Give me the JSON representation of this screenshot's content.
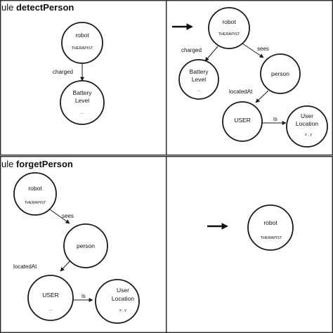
{
  "rules": {
    "detect": {
      "prefix": "ule ",
      "name": "detectPerson"
    },
    "forget": {
      "prefix": "ule ",
      "name": "forgetPerson"
    }
  },
  "nodes": {
    "robot_name": "robot",
    "robot_role": "THERAPIST",
    "battery_line1": "Battery",
    "battery_line2": "Level",
    "battery_value": "...",
    "person": "person",
    "user": "USER",
    "user_value": "...",
    "location_line1": "User",
    "location_line2": "Location",
    "location_value": "x , y"
  },
  "edges": {
    "charged": "charged",
    "sees": "sees",
    "located_at": "locatedAt",
    "is": "is"
  }
}
